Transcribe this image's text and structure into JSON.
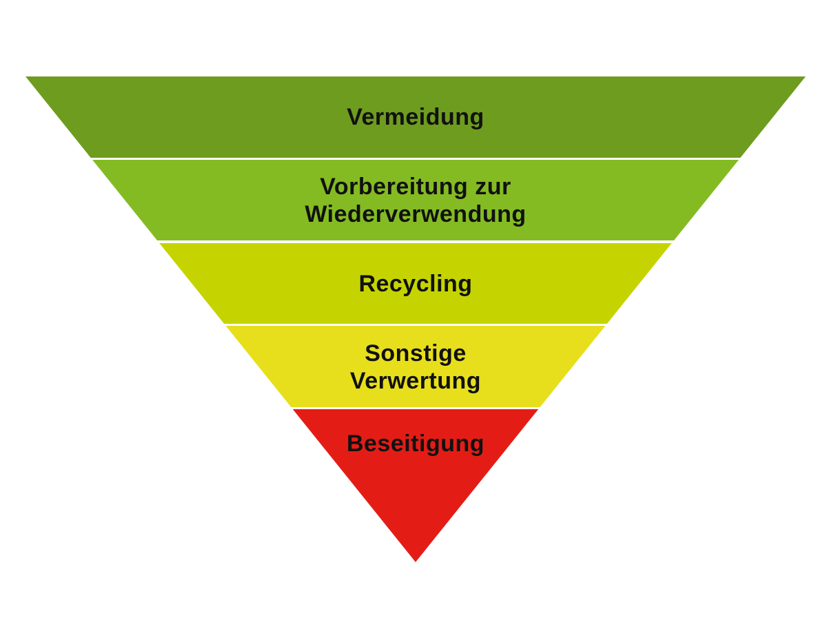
{
  "diagram": {
    "type": "inverted-pyramid",
    "tiers": [
      {
        "lines": [
          "Vermeidung"
        ],
        "color": "#6e9c1e"
      },
      {
        "lines": [
          "Vorbereitung zur",
          "Wiederverwendung"
        ],
        "color": "#84bb23"
      },
      {
        "lines": [
          "Recycling"
        ],
        "color": "#c5d400"
      },
      {
        "lines": [
          "Sonstige",
          "Verwertung"
        ],
        "color": "#e7df1b"
      },
      {
        "lines": [
          "Beseitigung"
        ],
        "color": "#e31d16"
      }
    ],
    "separator_color": "#ffffff"
  }
}
